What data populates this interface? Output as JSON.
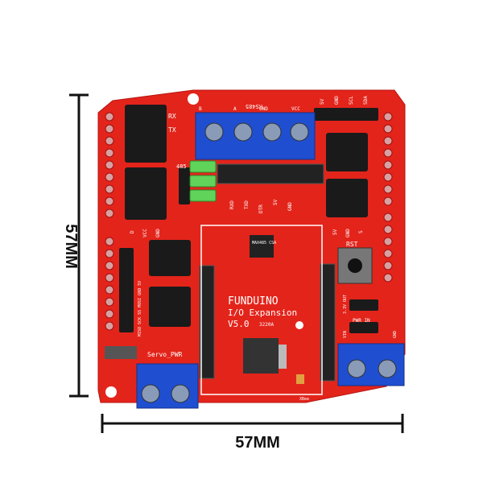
{
  "dimensions": {
    "height_label": "57MM",
    "width_label": "57MM"
  },
  "board": {
    "brand": "FUNDUINO",
    "product": "I/O Expansion",
    "version": "V5.0",
    "code": "3220A",
    "chip": "MAX485 CSA",
    "labels": {
      "rs485": "RS485",
      "rs485_pins": [
        "B",
        "A",
        "GND",
        "VCC"
      ],
      "rx": "RX",
      "tx": "TX",
      "sel_485": "485",
      "xbee_pins": [
        "RXD",
        "TXD",
        "DTR",
        "5V",
        "GND"
      ],
      "i2c": [
        "5V",
        "GND",
        "SCL",
        "SDA"
      ],
      "servo_pwr": "Servo_PWR",
      "rst": "RST",
      "pwr_in": "PWR IN",
      "vin": "VIN",
      "gnd": "GND",
      "out_3v3": "3.3V OUT",
      "xbee": "XBee",
      "header_cols": [
        "D",
        "VCC",
        "GND"
      ],
      "spi": "MISO SCK SS MOSI GND 5V",
      "right_cols": [
        "5V",
        "GND",
        "S"
      ]
    },
    "colors": {
      "pcb": "#e3241b",
      "terminal": "#1f4fd0",
      "jumper": "#5fd35a",
      "header": "#1a1a1a"
    }
  }
}
